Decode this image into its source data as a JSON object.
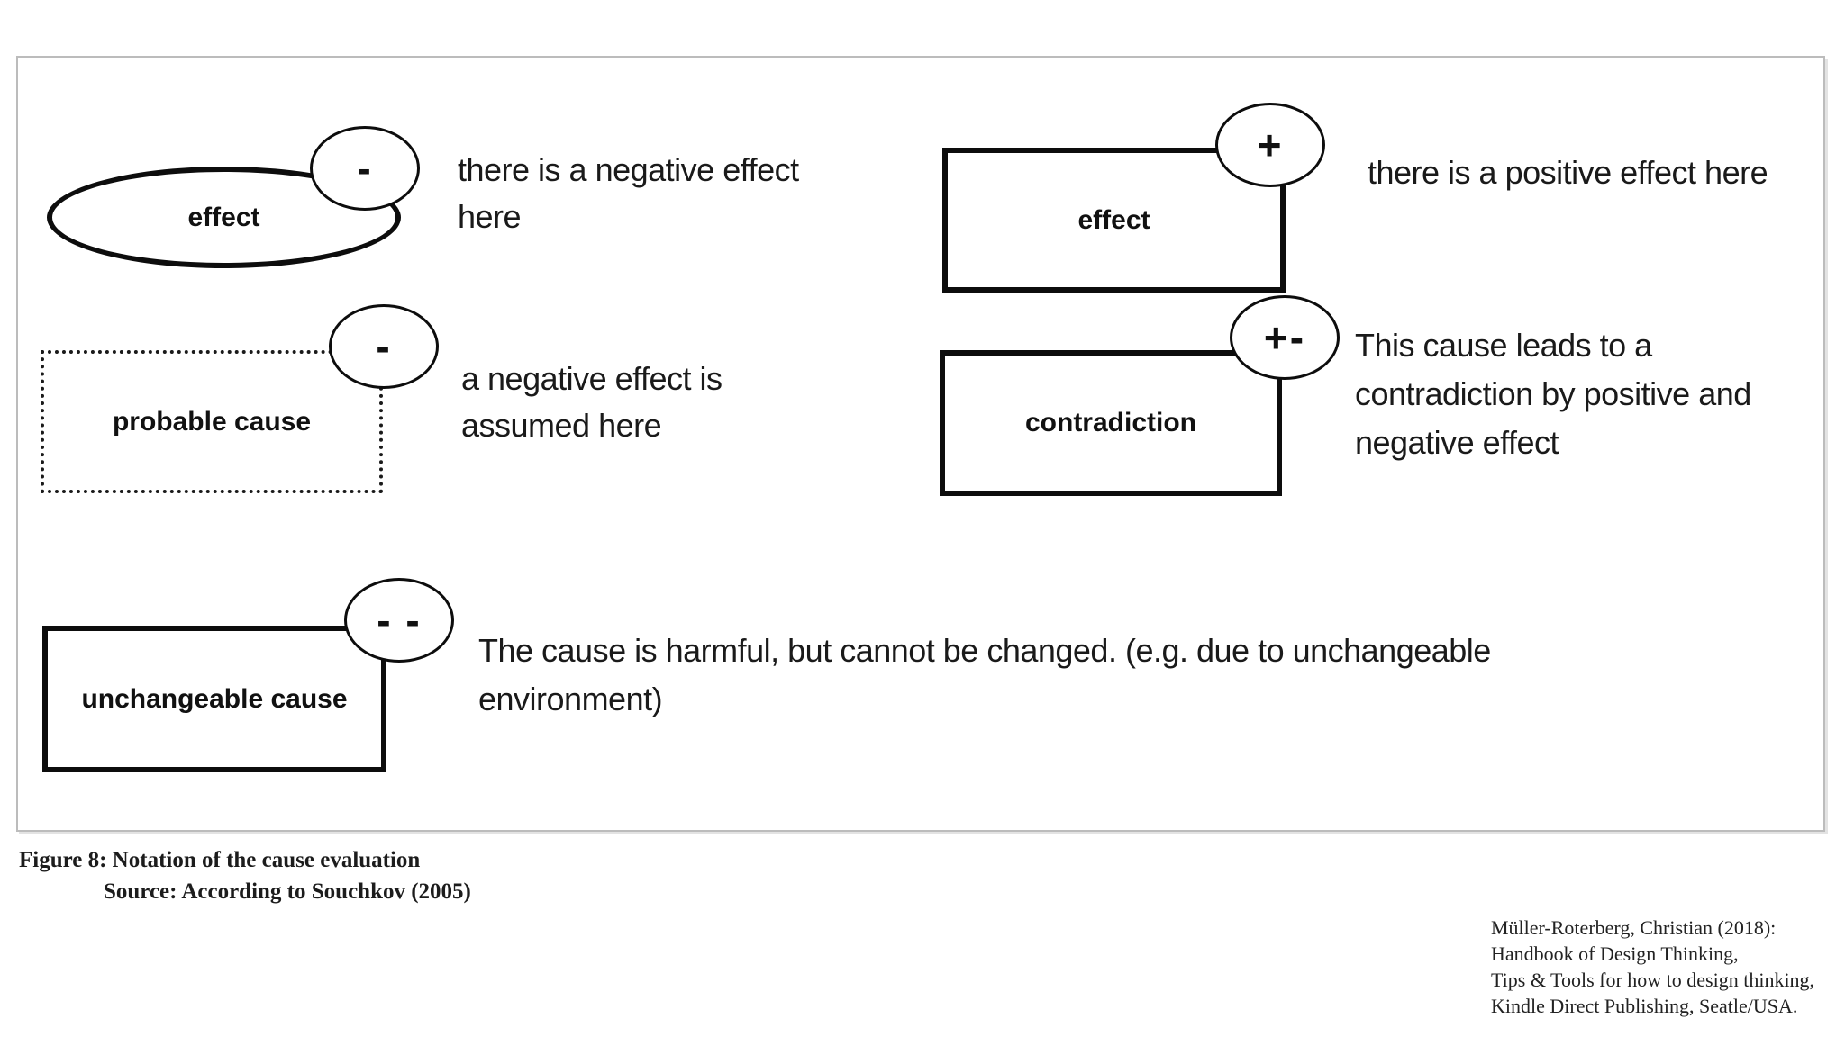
{
  "figure": {
    "items": [
      {
        "shape": "ellipse",
        "label": "effect",
        "badge": "-",
        "description": "there is a negative effect\nhere"
      },
      {
        "shape": "rectangle",
        "label": "effect",
        "badge": "+",
        "description": "there is a positive effect here"
      },
      {
        "shape": "dotted-rectangle",
        "label": "probable cause",
        "badge": "-",
        "description": "a negative effect is\nassumed here"
      },
      {
        "shape": "rectangle",
        "label": "contradiction",
        "badge": "+-",
        "description": "This cause leads to a\ncontradiction by positive and\nnegative effect"
      },
      {
        "shape": "rectangle",
        "label": "unchangeable cause",
        "badge": "- -",
        "description": "The cause is harmful, but cannot be changed. (e.g. due to unchangeable\nenvironment)"
      }
    ],
    "caption": {
      "title": "Figure 8: Notation of the cause evaluation",
      "source": "Source: According to Souchkov (2005)"
    },
    "citation": {
      "lines": [
        "Müller-Roterberg, Christian (2018):",
        "Handbook of Design Thinking,",
        "Tips & Tools for how to design thinking,",
        "Kindle Direct Publishing, Seatle/USA."
      ]
    },
    "colors": {
      "ink": "#0d0d0d",
      "panel_border": "#bcbcbc",
      "background": "#ffffff"
    }
  }
}
